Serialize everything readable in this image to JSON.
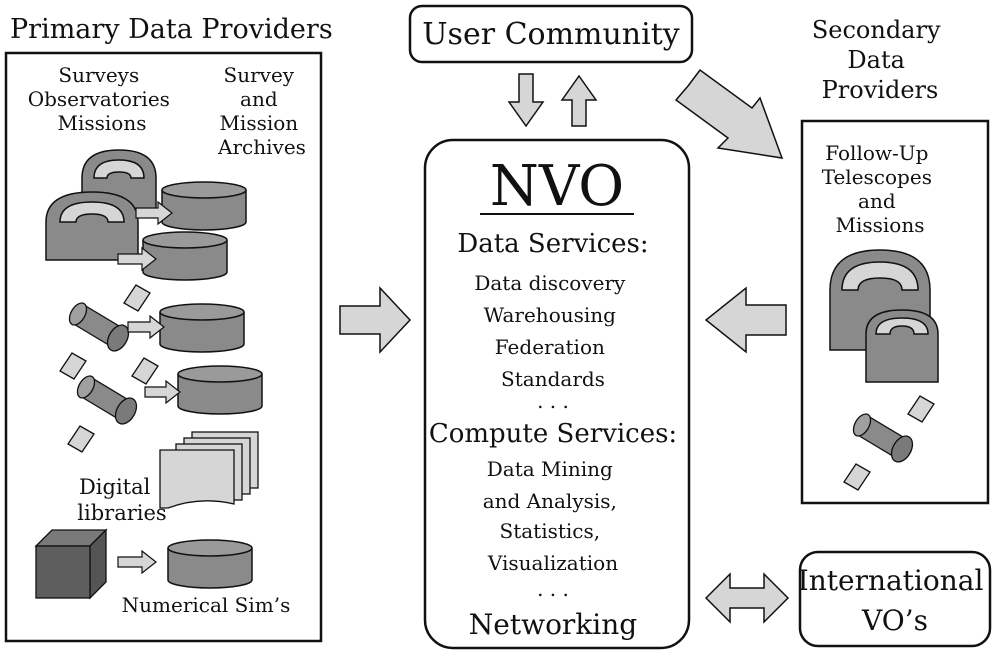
{
  "primary": {
    "heading": "Primary Data Providers",
    "sources_label": [
      "Surveys",
      "Observatories",
      "Missions"
    ],
    "archives_label": [
      "Survey",
      "and",
      "Mission",
      "Archives"
    ],
    "digital_label": [
      "Digital",
      "libraries"
    ],
    "sims_label": "Numerical Sim’s"
  },
  "user_community": "User Community",
  "secondary": {
    "heading": [
      "Secondary",
      "Data",
      "Providers"
    ],
    "followup_label": [
      "Follow-Up",
      "Telescopes",
      "and",
      "Missions"
    ]
  },
  "nvo": {
    "title": "NVO",
    "data_services_heading": "Data Services:",
    "data_services": [
      "Data discovery",
      "Warehousing",
      "Federation",
      "Standards"
    ],
    "ellipsis_1": ". . .",
    "compute_services_heading": "Compute Services:",
    "compute_services": [
      "Data Mining",
      "and Analysis,",
      "Statistics,",
      "Visualization"
    ],
    "ellipsis_2": ". . .",
    "networking": "Networking"
  },
  "international": [
    "International",
    "VO’s"
  ],
  "colors": {
    "fill_dark": "#8a8a8a",
    "fill_mid": "#a8a8a8",
    "fill_light": "#d6d6d6",
    "stroke": "#111111"
  }
}
